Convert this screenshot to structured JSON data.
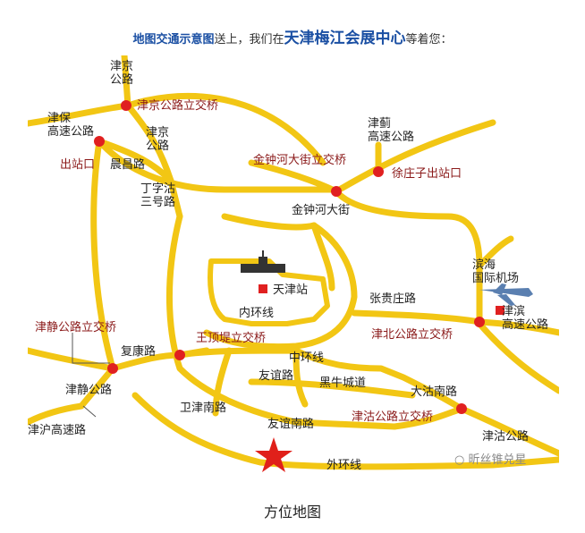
{
  "intro": {
    "part1": "地图交通示意图",
    "part2": "送上，我们在",
    "part3": "天津梅江会展中心",
    "part4": "等着您："
  },
  "colors": {
    "road": "#f2c614",
    "marker": "#e02020",
    "label_road": "#222222",
    "label_interchange": "#8b1a1a",
    "star": "#e0201a",
    "background": "#ffffff"
  },
  "labels": {
    "jingjing_top": "津京\n公路",
    "jingjing_interchange": "津京公路立交桥",
    "jinbao_gaosu": "津保\n高速公路",
    "chuzhankou": "出站口",
    "chenchang": "晨昌路",
    "jingjing_mid": "津京\n公路",
    "dingzigu": "丁字沽\n三号路",
    "jinji_gaosu": "津蓟\n高速公路",
    "jinzhonghe_interchange": "金钟河大街立交桥",
    "xuzhuangzi": "徐庄子出站口",
    "jinzhonghe": "金钟河大街",
    "binhai_airport": "滨海\n国际机场",
    "tianjin_station": "天津站",
    "zhangguizhuang": "张贵庄路",
    "neihuan": "内环线",
    "jinjing_interchange": "津静公路立交桥",
    "jinbin_gaosu": "津滨\n高速公路",
    "jinbei_interchange": "津北公路立交桥",
    "wangdingdi_interchange": "王顶堤立交桥",
    "fukang": "复康路",
    "zhonghuan": "中环线",
    "youyi": "友谊路",
    "heiniucheng": "黑牛城道",
    "jinjing_road": "津静公路",
    "weijin_south": "卫津南路",
    "dagu_south": "大沽南路",
    "jingu_interchange": "津沽公路立交桥",
    "youyi_south": "友谊南路",
    "jinhu_gaosu": "津沪高速路",
    "jingu_road": "津沽公路",
    "waihuan": "外环线"
  },
  "icons": [
    "train-station-icon",
    "airplane-icon",
    "destination-star-icon",
    "interchange-marker-icon"
  ],
  "watermark": "昕丝锥兑星",
  "caption": "方位地图"
}
